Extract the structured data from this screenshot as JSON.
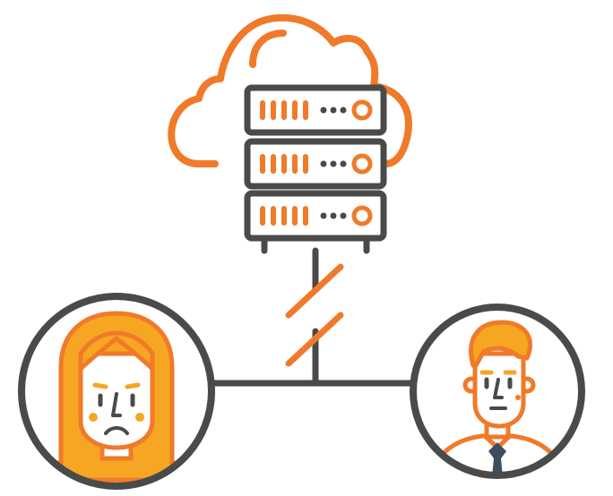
{
  "illustration": {
    "nodes": [
      {
        "id": "cloud",
        "icon": "cloud-icon"
      },
      {
        "id": "server-stack",
        "icon": "server-rack-icon",
        "units": 3
      },
      {
        "id": "user-left",
        "icon": "woman-avatar-icon",
        "expression": "sad"
      },
      {
        "id": "user-right",
        "icon": "man-avatar-icon",
        "attire": "tie"
      }
    ],
    "connections": [
      {
        "from": "server-stack",
        "to": "junction",
        "status": "broken"
      },
      {
        "from": "junction",
        "to": "user-left"
      },
      {
        "from": "junction",
        "to": "user-right"
      }
    ]
  },
  "colors": {
    "outline": "#4a4a4a",
    "accent_orange": "#f07a2a",
    "hair_yellow": "#f6a623",
    "cheek": "#f6a623",
    "tie": "#3d4d5e"
  }
}
